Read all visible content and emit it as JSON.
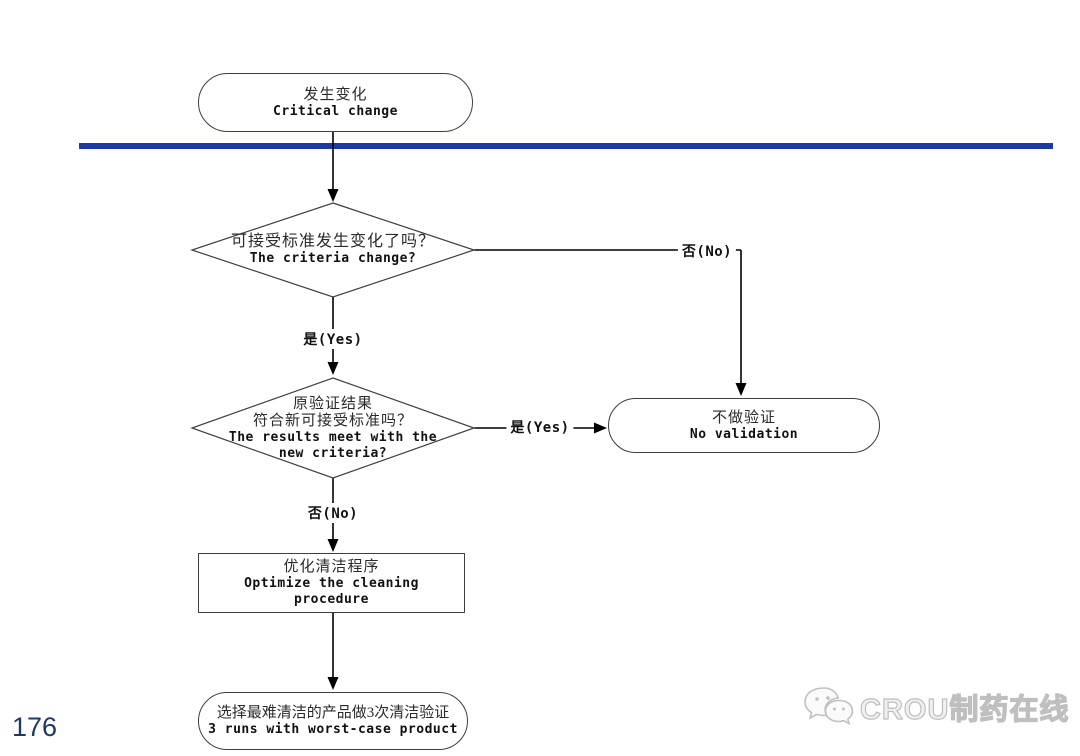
{
  "colors": {
    "divider": "#1c3aa0",
    "page-number": "#1f3864",
    "watermark": "#c6c6c6"
  },
  "page": {
    "number": "176"
  },
  "watermark": {
    "brand": "CROU制药在线",
    "logo": "chat-bubbles-icon"
  },
  "flowchart": {
    "start": {
      "zh": "发生变化",
      "en": "Critical change"
    },
    "decision1": {
      "zh": "可接受标准发生变化了吗？",
      "en": "The criteria change?"
    },
    "edge_no1": "否(No)",
    "edge_yes1": "是(Yes)",
    "decision2": {
      "zh1": "原验证结果",
      "zh2": "符合新可接受标准吗？",
      "en1": "The results meet with the",
      "en2": "new criteria?"
    },
    "edge_yes2": "是(Yes)",
    "edge_no2": "否(No)",
    "no_validation": {
      "zh": "不做验证",
      "en": "No validation"
    },
    "optimize": {
      "zh": "优化清洁程序",
      "en1": "Optimize the cleaning",
      "en2": "procedure"
    },
    "worst_case": {
      "zh": "选择最难清洁的产品做3次清洁验证",
      "en": "3 runs with worst-case product"
    }
  }
}
